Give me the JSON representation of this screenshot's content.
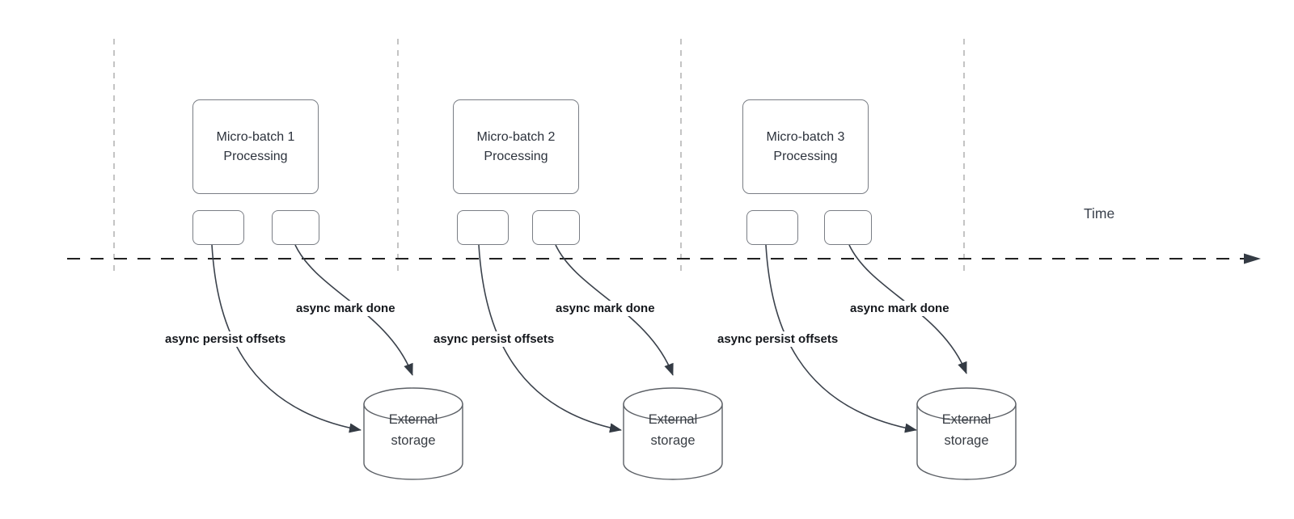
{
  "diagram": {
    "title_hint": "micro-batch async checkpointing timeline",
    "time_label": "Time",
    "groups": [
      {
        "box_label": "Micro-batch 1\nProcessing",
        "persist_label": "async persist offsets",
        "mark_label": "async mark done",
        "storage_label": "External\nstorage"
      },
      {
        "box_label": "Micro-batch 2\nProcessing",
        "persist_label": "async persist offsets",
        "mark_label": "async mark done",
        "storage_label": "External\nstorage"
      },
      {
        "box_label": "Micro-batch 3\nProcessing",
        "persist_label": "async persist offsets",
        "mark_label": "async mark done",
        "storage_label": "External\nstorage"
      }
    ],
    "colors": {
      "timeline_stroke": "#212121",
      "guide_stroke": "#b0b0b0",
      "shape_border": "#7a7e85",
      "cylinder_border": "#5c6066",
      "curve_stroke": "#3a414b",
      "arrowhead_fill": "#343b44",
      "box_text": "#2c323c",
      "edge_label_text": "#15181d"
    }
  }
}
